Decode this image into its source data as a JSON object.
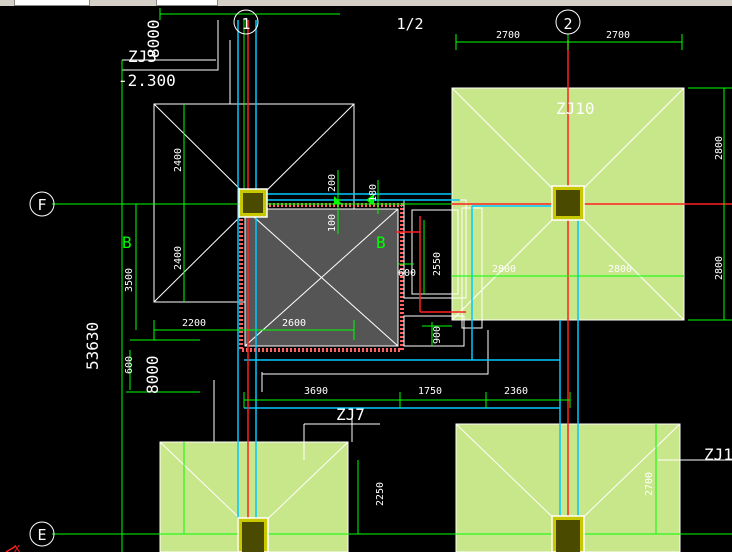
{
  "axes": {
    "col_1": "1",
    "col_half": "1/2",
    "col_2": "2",
    "row_f": "F",
    "row_e": "E"
  },
  "labels": {
    "zj3_name": "ZJ3",
    "zj3_level": "-2.300",
    "zj10_name": "ZJ10",
    "zj7_name": "ZJ7",
    "zj_right_name": "ZJ1",
    "top_8000": "8000",
    "side_53630": "53630",
    "side_8000": "8000",
    "section_b_left": "B",
    "section_b_right": "B"
  },
  "dims": {
    "d2700a": "2700",
    "d2700b": "2700",
    "d2800_top_right": "2800",
    "d2800_bottom_right": "2800",
    "d2400a": "2400",
    "d2400b": "2400",
    "d200": "200",
    "d100": "100",
    "d180": "180",
    "d2550": "2550",
    "d600": "600",
    "d2800_mid_left": "2800",
    "d2800_mid_right": "2800",
    "d3500": "3500",
    "d2200": "2200",
    "d2600": "2600",
    "d900": "900",
    "d600b": "600",
    "d3690": "3690",
    "d1750": "1750",
    "d2360": "2360",
    "d2250": "2250",
    "d2700c": "2700"
  },
  "colors": {
    "footing_fill": "#c8e68a",
    "pit_fill": "#555555",
    "column_fill": "#c8c800",
    "axis_green": "#00ff00",
    "rebar_red": "#ff2020",
    "beam_cyan": "#00c8ff"
  }
}
